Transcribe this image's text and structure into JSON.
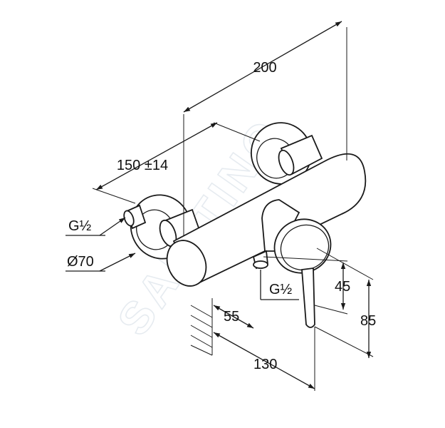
{
  "watermark": {
    "text": "SANITINO"
  },
  "dimensions": {
    "overall_width": "200",
    "inlet_spacing": "150 ±14",
    "inlet_thread": "G½",
    "rosette_diameter": "Ø70",
    "outlet_thread": "G½",
    "outlet_height": "45",
    "lever_height": "85",
    "wall_to_outlet": "55",
    "projection": "130"
  },
  "colors": {
    "line": "#1a1a1a",
    "watermark": "#e6ebf0",
    "background": "#ffffff"
  }
}
